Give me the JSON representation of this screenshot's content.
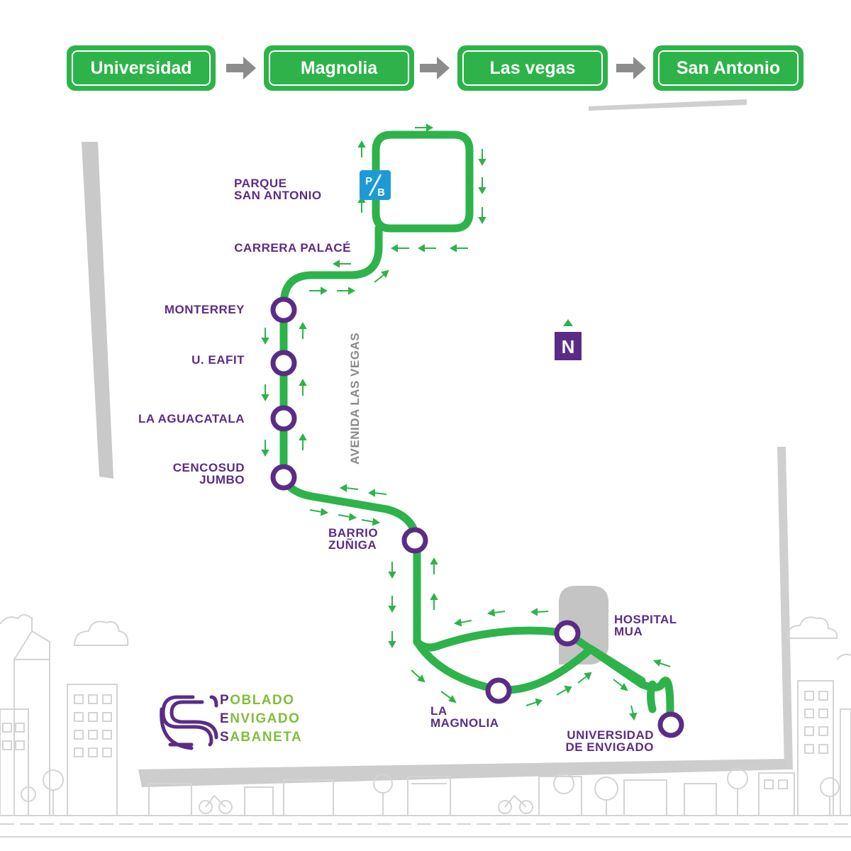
{
  "route": {
    "stops": [
      "Universidad",
      "Magnolia",
      "Las vegas",
      "San Antonio"
    ]
  },
  "map": {
    "stations": {
      "parque_san_antonio": "PARQUE\nSAN ANTONIO",
      "carrera_palace": "CARRERA PALACÉ",
      "monterrey": "MONTERREY",
      "u_eafit": "U. EAFIT",
      "la_aguacatala": "LA AGUACATALA",
      "cencosud_jumbo": "CENCOSUD\nJUMBO",
      "barrio_zuniga": "BARRIO\nZUÑIGA",
      "hospital_mua": "HOSPITAL\nMUA",
      "la_magnolia": "LA\nMAGNOLIA",
      "universidad_envigado": "UNIVERSIDAD\nDE ENVIGADO"
    },
    "street_label": "AVENIDA LAS VEGAS",
    "park_badge": {
      "top": "P",
      "bottom": "B"
    },
    "north_label": "N"
  },
  "logo": {
    "lines": [
      {
        "first": "P",
        "rest": "OBLADO"
      },
      {
        "first": "E",
        "rest": "NVIGADO"
      },
      {
        "first": "S",
        "rest": "ABANETA"
      }
    ]
  },
  "colors": {
    "route_green": "#2db34a",
    "station_purple": "#5b2c86",
    "street_gray": "#8a8a8a",
    "badge_blue": "#1d9ad6",
    "logo_green": "#7fbf3b"
  }
}
